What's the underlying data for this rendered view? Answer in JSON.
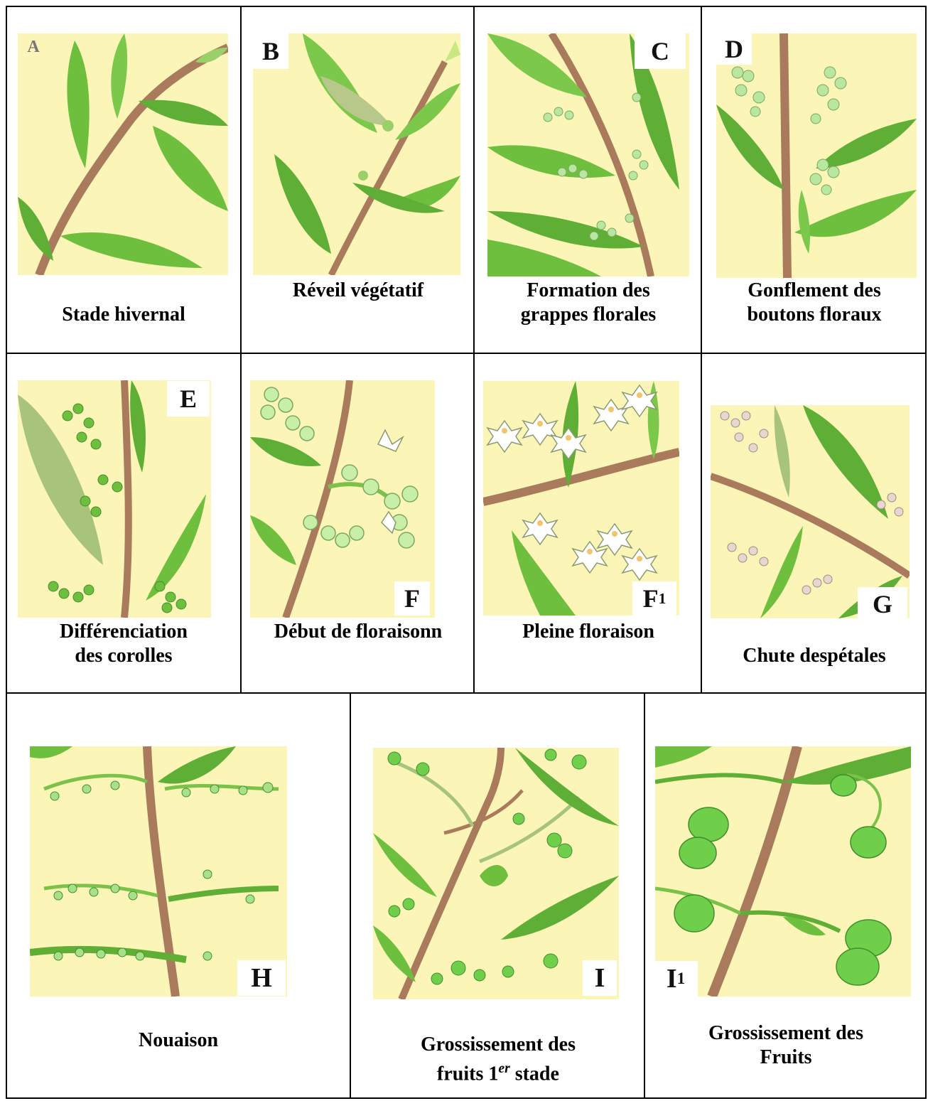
{
  "stages": [
    {
      "letter": "A",
      "caption": "Stade hivernal"
    },
    {
      "letter": "B",
      "caption": "Réveil végétatif"
    },
    {
      "letter": "C",
      "caption_lines": [
        "Formation des",
        "grappes florales"
      ]
    },
    {
      "letter": "D",
      "caption_lines": [
        "Gonflement des",
        "boutons floraux"
      ]
    },
    {
      "letter": "E",
      "caption_lines": [
        "Différenciation",
        "des corolles"
      ]
    },
    {
      "letter": "F",
      "caption": "Début de floraisonn"
    },
    {
      "letter": "F",
      "letter_sub": "1",
      "caption": "Pleine floraison"
    },
    {
      "letter": "G",
      "caption": "Chute despétales"
    },
    {
      "letter": "H",
      "caption": "Nouaison"
    },
    {
      "letter": "I",
      "caption_line1": "Grossissement des",
      "caption_line2_pre": "fruits 1",
      "caption_line2_sup": "er",
      "caption_line2_post": " stade"
    },
    {
      "letter": "I",
      "letter_sub": "1",
      "caption_lines": [
        "Grossissement des",
        "Fruits"
      ]
    }
  ],
  "colors": {
    "illustration_bg": "#fbf6b8",
    "leaf": "#6fbf3f",
    "leaf_dark": "#3f8f2a",
    "stem": "#a97a5b",
    "flower": "#ffffff",
    "bud": "#b9e6a0"
  }
}
